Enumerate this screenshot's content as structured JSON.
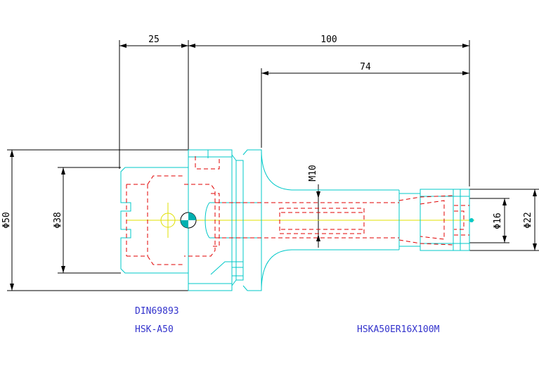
{
  "dimensions": {
    "d25": "25",
    "d100": "100",
    "d74": "74",
    "m10": "M10",
    "dia50": "Φ50",
    "dia38": "Φ38",
    "dia16": "Φ16",
    "dia22": "Φ22"
  },
  "labels": {
    "standard": "DIN69893",
    "interface": "HSK-A50",
    "part_number": "HSKA50ER16X100M"
  },
  "colors": {
    "outline": "#00c8c8",
    "hidden": "#e00000",
    "dimension": "#000000",
    "centerline": "#e0e000",
    "text": "#3333cc"
  }
}
